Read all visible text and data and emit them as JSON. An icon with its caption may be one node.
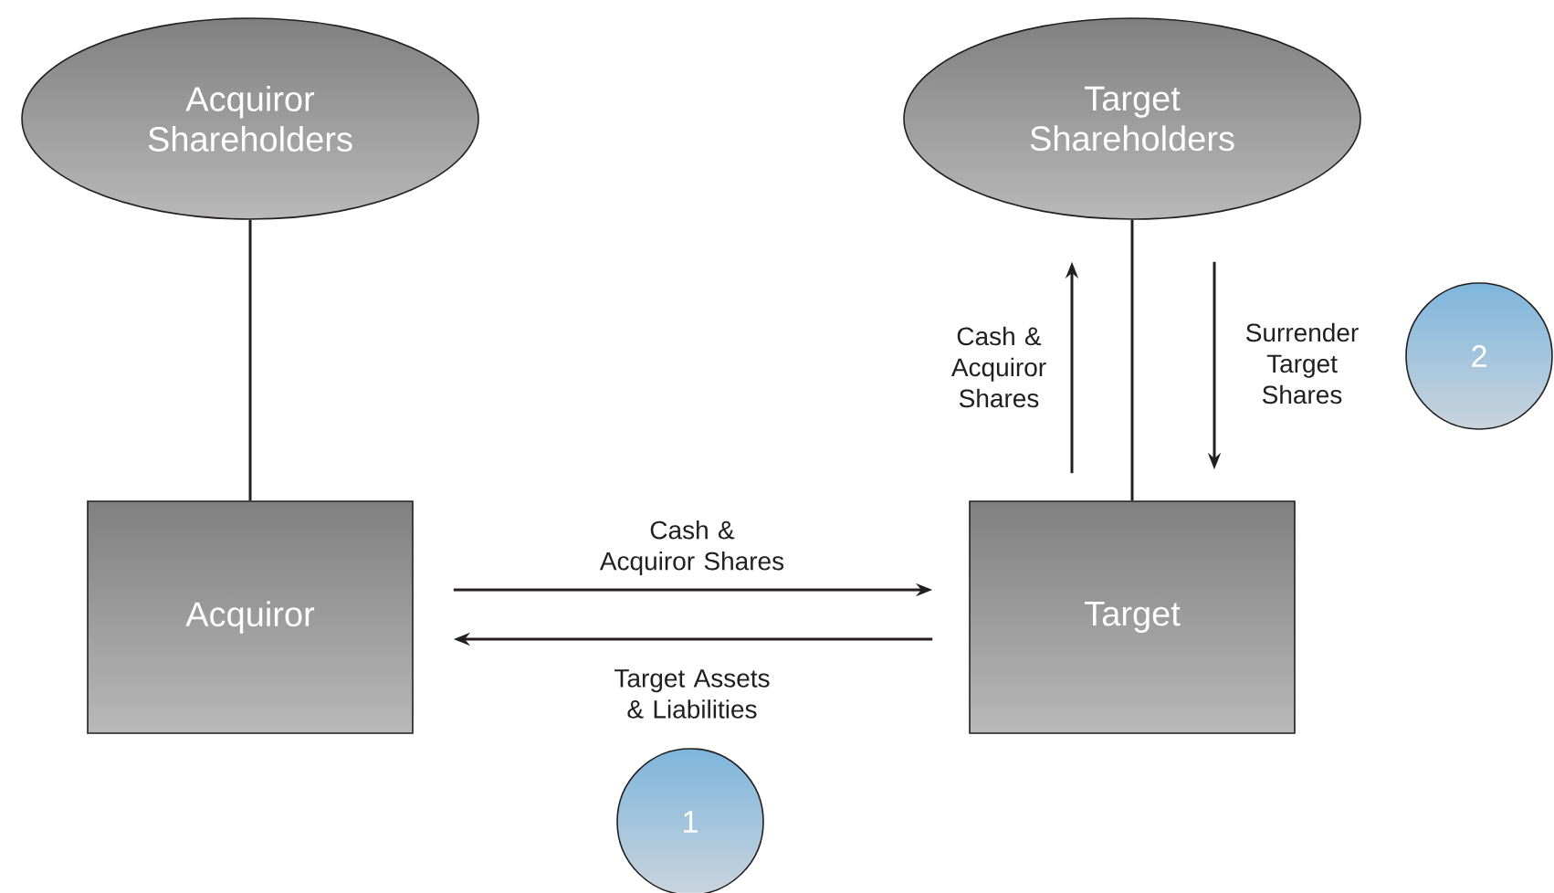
{
  "diagram": {
    "nodes": [
      {
        "text": [
          "Acquiror Shareholders"
        ]
      },
      {
        "text": [
          "Target Shareholders"
        ]
      },
      {
        "text": [
          "2"
        ]
      },
      {
        "text": [
          "Acquiror"
        ]
      },
      {
        "text": [
          "Target"
        ]
      },
      {
        "text": [
          "1"
        ]
      }
    ],
    "edges": [
      {
        "from": 0,
        "to": 3,
        "arrow": "none"
      },
      {
        "from": 1,
        "to": 4,
        "arrow": "none"
      },
      {
        "from": 3,
        "to": 4,
        "arrow": "to",
        "label": "Cash & Acquiror Shares"
      },
      {
        "from": 4,
        "to": 3,
        "arrow": "to",
        "label": "Target Assets & Liabilities"
      },
      {
        "from": 4,
        "to": 1,
        "arrow": "to",
        "label": "Cash & Acquiror Shares"
      },
      {
        "from": 1,
        "to": 4,
        "arrow": "to",
        "label": "Surrender Target Shares"
      }
    ]
  }
}
